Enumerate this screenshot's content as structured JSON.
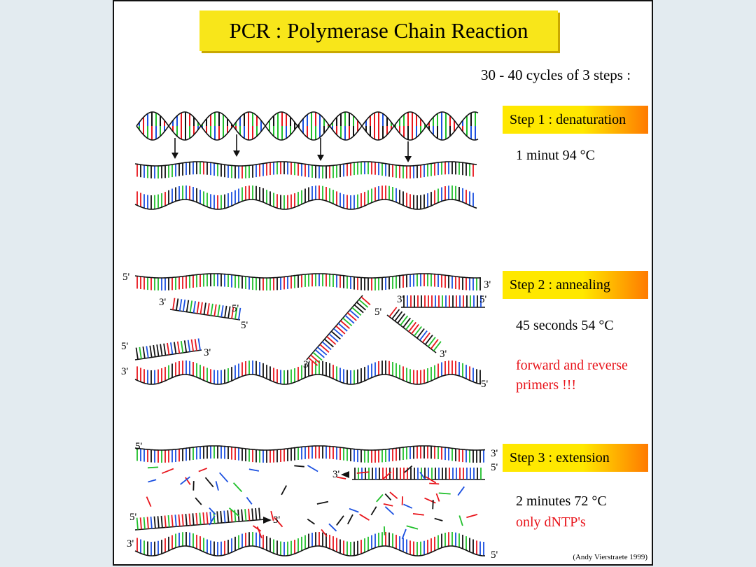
{
  "title": "PCR : Polymerase Chain Reaction",
  "subtitle": "30 - 40 cycles of 3 steps :",
  "steps": [
    {
      "label": "Step 1 : denaturation",
      "condition": "1 minut 94 °C"
    },
    {
      "label": "Step 2 : annealing",
      "condition": "45 seconds 54 °C",
      "note_line1": "forward and reverse",
      "note_line2": "primers !!!"
    },
    {
      "label": "Step 3 : extension",
      "condition": "2 minutes 72 °C",
      "note": "only dNTP's"
    }
  ],
  "strand_labels": {
    "five_prime": "5'",
    "three_prime": "3'"
  },
  "credit": "(Andy Vierstraete 1999)",
  "colors": {
    "red": "#e8141b",
    "green": "#1fbf2a",
    "blue": "#1a4fe0",
    "black": "#111111",
    "step_start": "#ffe800",
    "step_end": "#ff7a00",
    "title_bg": "#f8e61a"
  }
}
